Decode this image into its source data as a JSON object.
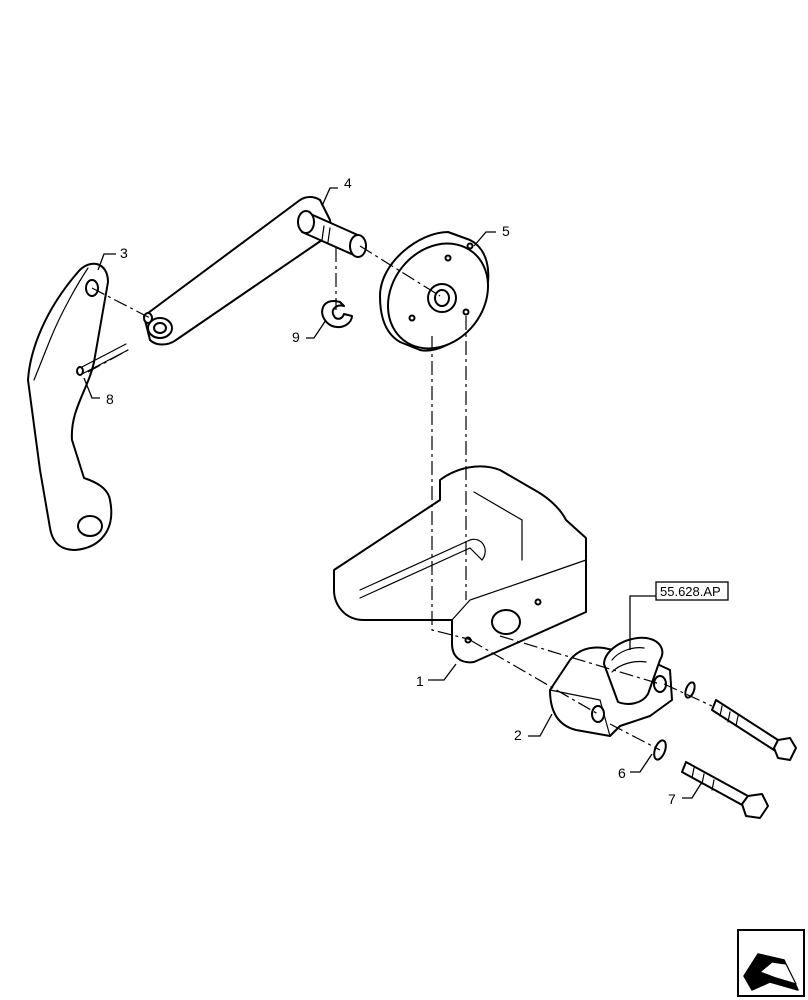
{
  "callouts": {
    "c1": "1",
    "c2": "2",
    "c3": "3",
    "c4": "4",
    "c5": "5",
    "c6": "6",
    "c7": "7",
    "c8": "8",
    "c9": "9"
  },
  "reference": {
    "label": "55.628.AP"
  },
  "nav": {
    "icon": "page-arrow-icon"
  }
}
